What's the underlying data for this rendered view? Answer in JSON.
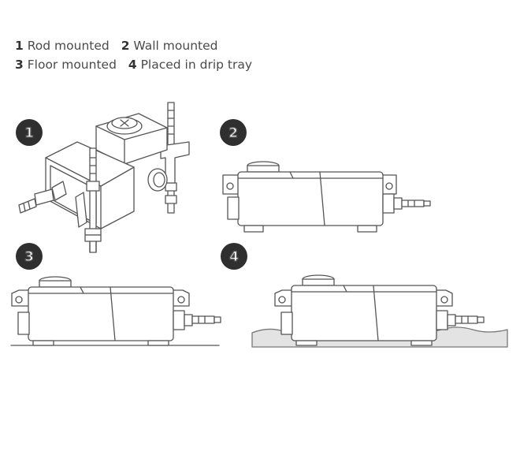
{
  "legend": [
    {
      "number": "1",
      "label": "Rod mounted"
    },
    {
      "number": "2",
      "label": "Wall mounted"
    },
    {
      "number": "3",
      "label": "Floor mounted"
    },
    {
      "number": "4",
      "label": "Placed in drip tray"
    }
  ],
  "badges": [
    "1",
    "2",
    "3",
    "4"
  ],
  "colors": {
    "outline": "#555555",
    "badge": "#2f2f2f",
    "surface": "#e3e3e3",
    "text": "#3a3a3a"
  }
}
